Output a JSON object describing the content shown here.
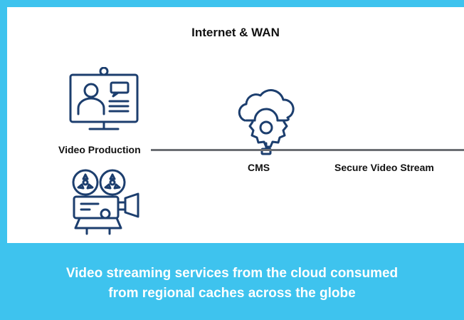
{
  "diagram": {
    "title": "Internet & WAN",
    "nodes": {
      "video_production": "Video Production",
      "cms": "CMS",
      "secure_stream": "Secure Video Stream"
    },
    "icons": [
      "monitor-presenter-icon",
      "cloud-gear-icon",
      "film-camera-icon"
    ],
    "colors": {
      "accent": "#3ec3ee",
      "icon": "#1c3e6e",
      "line": "#6b6e73"
    }
  },
  "caption": {
    "line1": "Video streaming services from the cloud consumed",
    "line2": "from regional caches across the globe"
  }
}
